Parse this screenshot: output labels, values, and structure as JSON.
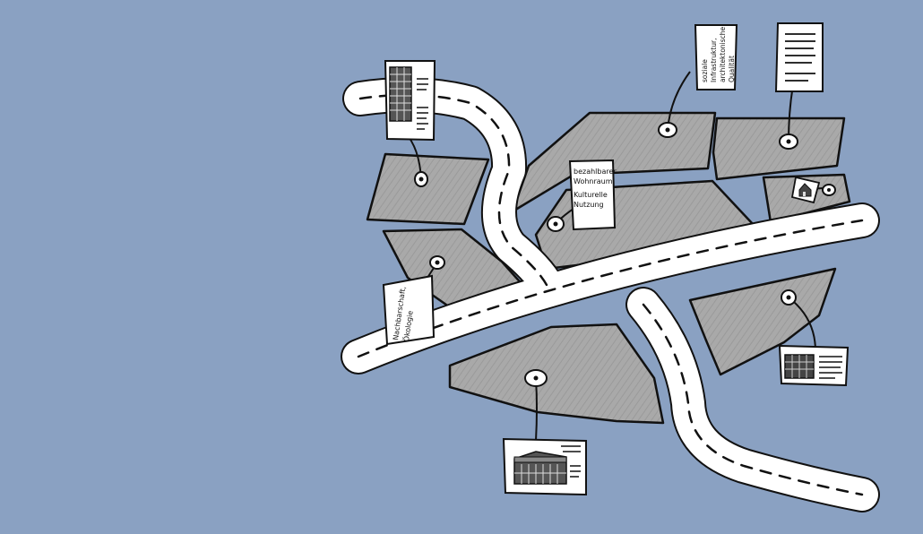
{
  "background_color": "#8aa1c2",
  "block_color": "#a9a9a9",
  "road_color": "#ffffff",
  "outline_color": "#111111",
  "tags": {
    "affordable_housing": {
      "line1": "bezahlbarer",
      "line2": "Wohnraum,",
      "line3": "Kulturelle",
      "line4": "Nutzung"
    },
    "social_infrastructure": {
      "line1": "soziale",
      "line2": "Infrastruktur,",
      "line3": "architektonische",
      "line4": "Qualität"
    },
    "neighbourhood_ecology": {
      "line1": "Nachbarschaft,",
      "line2": "Ökologie"
    }
  },
  "icons": {
    "tower_block": "high-rise-building-icon",
    "text_document": "text-document-icon",
    "small_house": "small-house-icon",
    "office_building": "office-building-icon",
    "pavilion_building": "pavilion-building-icon"
  }
}
